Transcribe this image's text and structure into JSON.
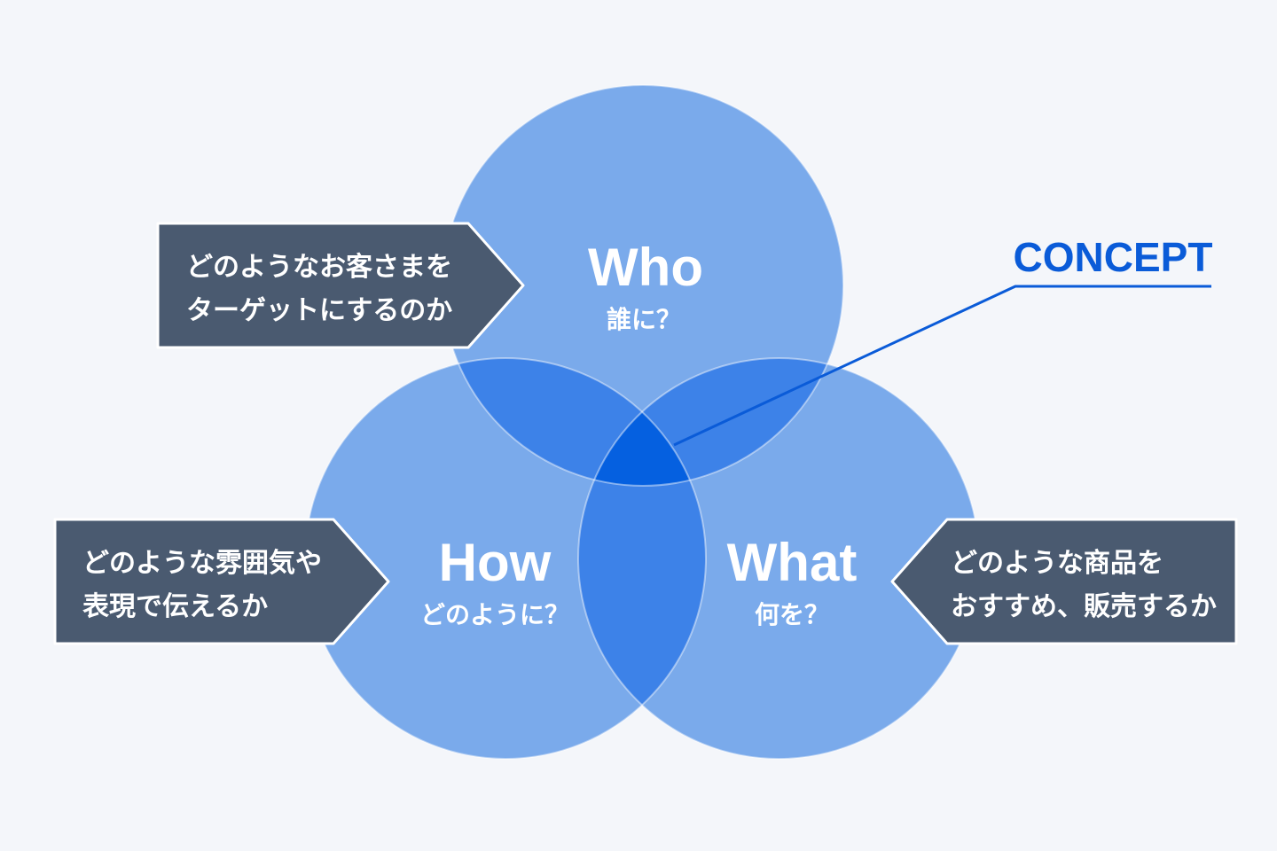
{
  "colors": {
    "background": "#f4f6fa",
    "circle": "#7aaaeb",
    "overlap": "#3d82e8",
    "center": "#0560e0",
    "callout": "#4a5a70",
    "concept": "#0a5bd8"
  },
  "circles": {
    "who": {
      "title": "Who",
      "subtitle": "誰に？"
    },
    "how": {
      "title": "How",
      "subtitle": "どのように？"
    },
    "what": {
      "title": "What",
      "subtitle": "何を？"
    }
  },
  "callouts": {
    "who": {
      "line1": "どのようなお客さまを",
      "line2": "ターゲットにするのか"
    },
    "how": {
      "line1": "どのような雰囲気や",
      "line2": "表現で伝えるか"
    },
    "what": {
      "line1": "どのような商品を",
      "line2": "おすすめ、販売するか"
    }
  },
  "concept": {
    "label": "CONCEPT"
  }
}
